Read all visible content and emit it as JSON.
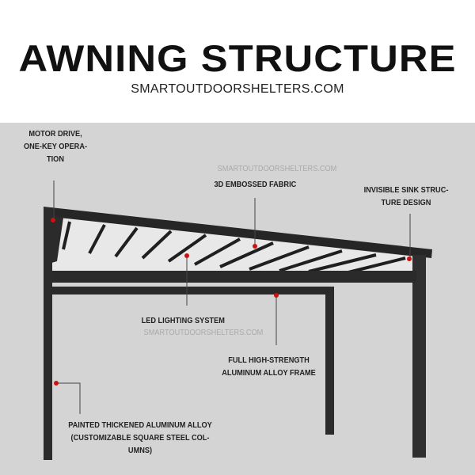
{
  "header": {
    "title": "AWNING STRUCTURE",
    "website": "SMARTOUTDOORSHELTERS.COM"
  },
  "watermarks": [
    "SMARTOUTDOORSHELTERS.COM",
    "SMARTOUTDOORSHELTERS.COM"
  ],
  "labels": {
    "motor": [
      "MOTOR DRIVE,",
      "ONE-KEY OPERA-",
      "TION"
    ],
    "fabric": "3D EMBOSSED FABRIC",
    "sink": [
      "INVISIBLE SINK STRUC-",
      "TURE DESIGN"
    ],
    "led": "LED LIGHTING SYSTEM",
    "frame": [
      "FULL HIGH-STRENGTH",
      "ALUMINUM ALLOY FRAME"
    ],
    "painted": [
      "PAINTED THICKENED ALUMINUM ALLOY",
      "(CUSTOMIZABLE SQUARE STEEL COL-",
      "UMNS)"
    ]
  },
  "colors": {
    "frame": "#2b2b2b",
    "marker": "#cc1111",
    "background": "#d4d4d4"
  }
}
